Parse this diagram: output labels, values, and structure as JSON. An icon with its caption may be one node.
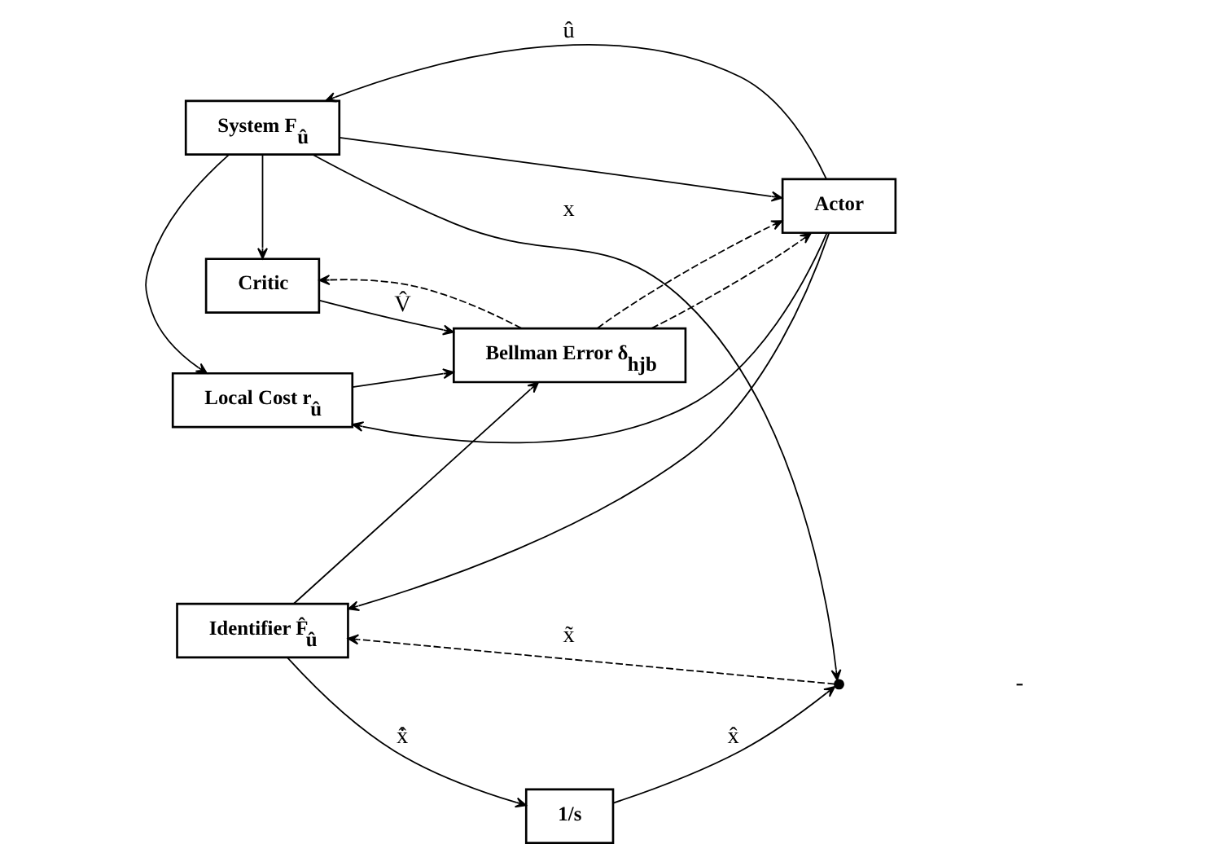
{
  "diagram": {
    "nodes": [
      {
        "text": [
          "Critic"
        ]
      },
      {
        "text": [
          "Bellman Error δ$_{hjb}$"
        ]
      },
      {
        "text": [
          "Local Cost r$_{û}$"
        ]
      },
      {
        "text": [
          "Actor"
        ]
      },
      {
        "text": [
          "System F$_{û}$"
        ]
      },
      {
        "text": [
          "Identifier F̂$_{û}$"
        ]
      },
      {
        "text": [
          "1/s"
        ]
      },
      {
        "text": [],
        "shape": "point"
      }
    ],
    "edges": [
      {
        "from": 3,
        "to": 4,
        "arrow": "to",
        "label": "û"
      },
      {
        "from": 3,
        "to": 5,
        "arrow": "to"
      },
      {
        "from": 3,
        "to": 2,
        "arrow": "to"
      },
      {
        "from": 4,
        "to": 3,
        "arrow": "to"
      },
      {
        "from": 4,
        "to": 2,
        "arrow": "to"
      },
      {
        "from": 4,
        "to": 0,
        "arrow": "to"
      },
      {
        "from": 4,
        "to": 7,
        "arrow": "to",
        "label": "x"
      },
      {
        "from": 2,
        "to": 1,
        "arrow": "to"
      },
      {
        "from": 0,
        "to": 1,
        "arrow": "to",
        "label": "V̂"
      },
      {
        "from": 5,
        "to": 6,
        "arrow": "to",
        "label": "x̂̇"
      },
      {
        "from": 5,
        "to": 1,
        "arrow": "to"
      },
      {
        "from": 6,
        "to": 7,
        "arrow": "to",
        "label": "x̂"
      },
      {
        "from": 1,
        "to": 0,
        "arrow": "to",
        "style": "dashed"
      },
      {
        "from": 1,
        "to": 3,
        "arrow": "to",
        "style": "dashed"
      },
      {
        "from": 1,
        "to": 3,
        "arrow": "to",
        "style": "dashed"
      },
      {
        "from": 7,
        "to": 5,
        "arrow": "to",
        "style": "dashed",
        "label": "x̃"
      }
    ],
    "labels": [
      "-"
    ]
  }
}
